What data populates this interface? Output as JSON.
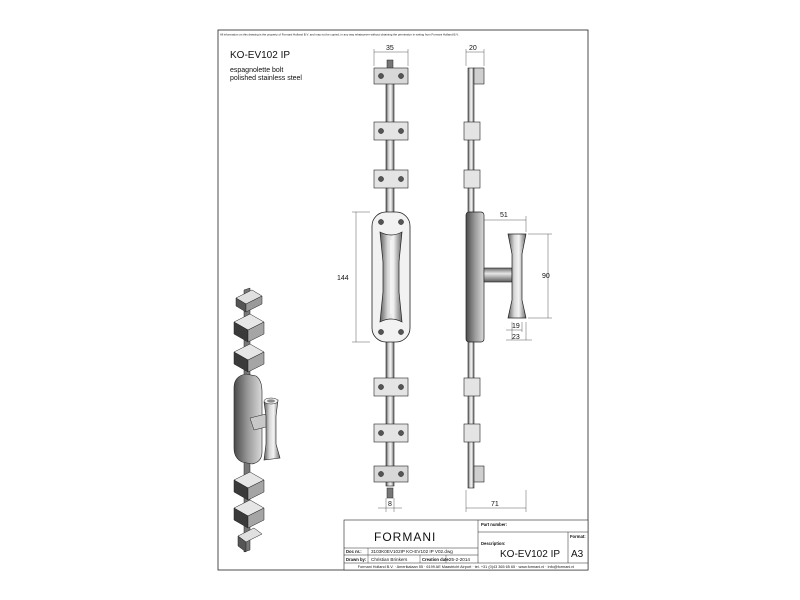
{
  "header": {
    "disclaimer": "All information on this drawing is the property of Formani Holland B.V. and may not be copied, in any way whatsoever without obtaining the permission in writing from Formani Holland B.V."
  },
  "product": {
    "code": "KO-EV102 IP",
    "line1": "espagnolette bolt",
    "line2": "polished stainless steel"
  },
  "dimensions": {
    "front_width": "35",
    "side_width": "20",
    "handle_height": "144",
    "handle_depth": "51",
    "knob_height": "90",
    "knob_dia_inner": "19",
    "knob_dia_outer": "23",
    "rod_width": "8",
    "side_depth": "71"
  },
  "title_block": {
    "brand": "FORMANI",
    "part_number_label": "Part number:",
    "doc_label": "Doc nr.:",
    "doc_value": "3103K0EV102IP KO-EV102 IP V02.dwg",
    "drawn_label": "Drawn by:",
    "drawn_value": "Christian Brinkers",
    "created_label": "Creation date:",
    "created_value": "25-2-2014",
    "description_label": "Description:",
    "description_value": "KO-EV102 IP",
    "format_label": "Format:",
    "format_value": "A3",
    "footer": "Formani Holland B.V. · Amerikalaan 55 · 6199 AE Maastricht Airport · tel. +31 (0)43 365 65 65 · www.formani.nl · info@formani.nl"
  }
}
